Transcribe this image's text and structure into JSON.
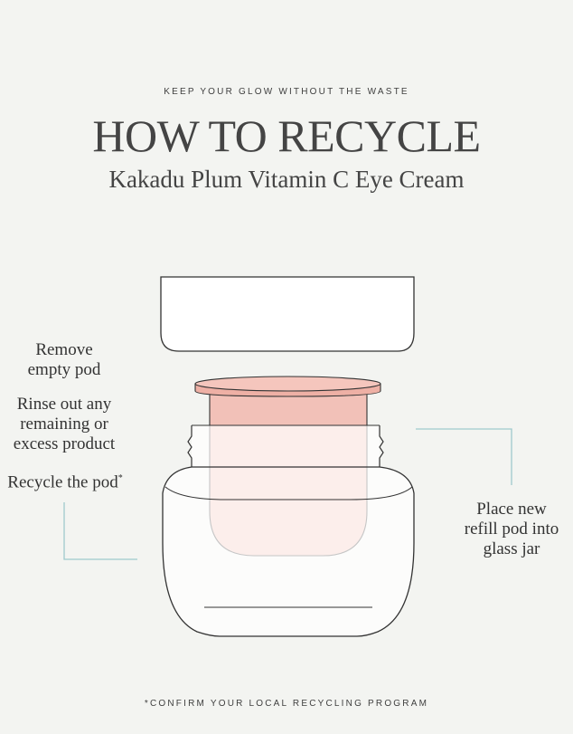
{
  "header": {
    "eyebrow": "KEEP YOUR GLOW WITHOUT THE WASTE",
    "title": "HOW TO RECYCLE",
    "subtitle": "Kakadu Plum Vitamin C Eye Cream"
  },
  "steps_left": {
    "remove": [
      "Remove",
      "empty pod"
    ],
    "rinse": [
      "Rinse out any",
      "remaining or",
      "excess product"
    ],
    "recycle": "Recycle the pod",
    "recycle_mark": "*"
  },
  "step_right": [
    "Place new",
    "refill pod into",
    "glass jar"
  ],
  "footnote": "*CONFIRM YOUR LOCAL RECYCLING PROGRAM",
  "colors": {
    "background": "#f3f4f1",
    "pod": "#f2c1b8",
    "pod_lid": "#eeb0a5",
    "leader_line": "#9fc9cc",
    "outline": "#333333"
  }
}
